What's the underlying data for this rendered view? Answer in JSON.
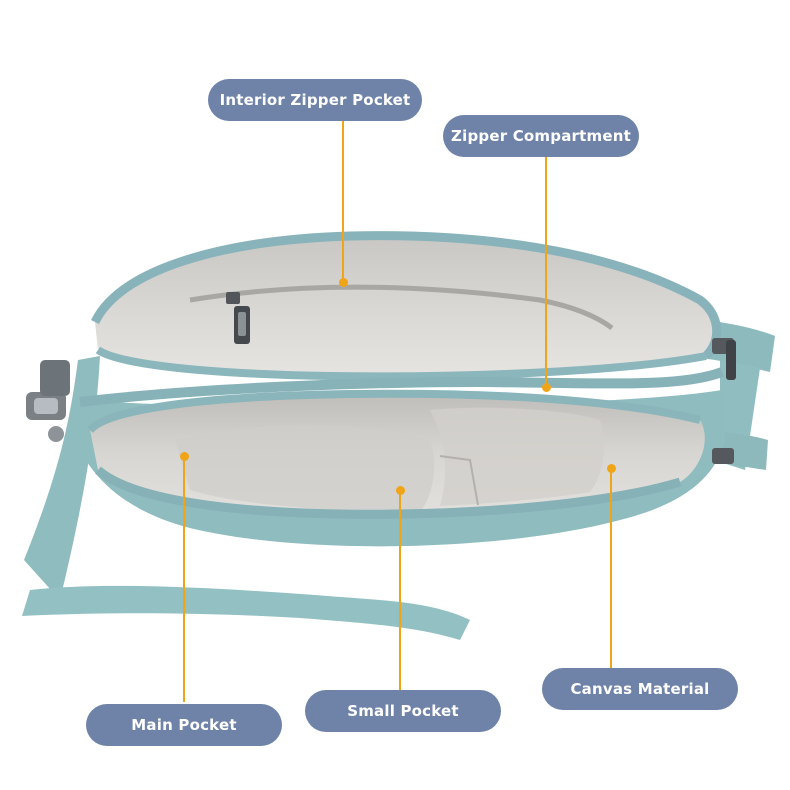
{
  "labels": {
    "interior_zipper_pocket": "Interior Zipper Pocket",
    "zipper_compartment": "Zipper Compartment",
    "main_pocket": "Main Pocket",
    "small_pocket": "Small Pocket",
    "canvas_material": "Canvas Material"
  },
  "colors": {
    "label_pill": "#6f83a9",
    "label_text": "#ffffff",
    "leader_line": "#f0a418",
    "bag_exterior": "#8fbcbf",
    "bag_lining": "#d6d4d0",
    "zipper": "#88b3ba"
  }
}
